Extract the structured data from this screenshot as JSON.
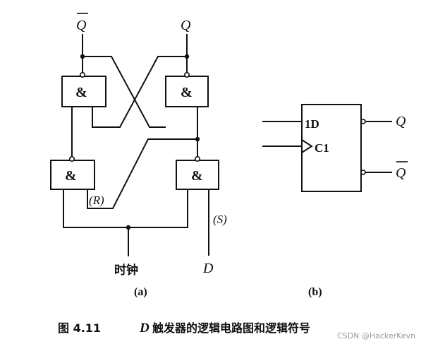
{
  "figure_a": {
    "output_qbar": "Q",
    "output_q": "Q",
    "gate_symbol": "&",
    "r_label": "(R)",
    "s_label": "(S)",
    "clock_label": "时钟",
    "d_label": "D",
    "sub_caption": "(a)"
  },
  "figure_b": {
    "input_d": "1D",
    "input_clock": "C1",
    "output_q": "Q",
    "output_qbar": "Q",
    "sub_caption": "(b)"
  },
  "caption": {
    "number": "图 4.11",
    "d": "D",
    "text": "触发器的逻辑电路图和逻辑符号"
  },
  "watermark": "CSDN @HackerKevn"
}
